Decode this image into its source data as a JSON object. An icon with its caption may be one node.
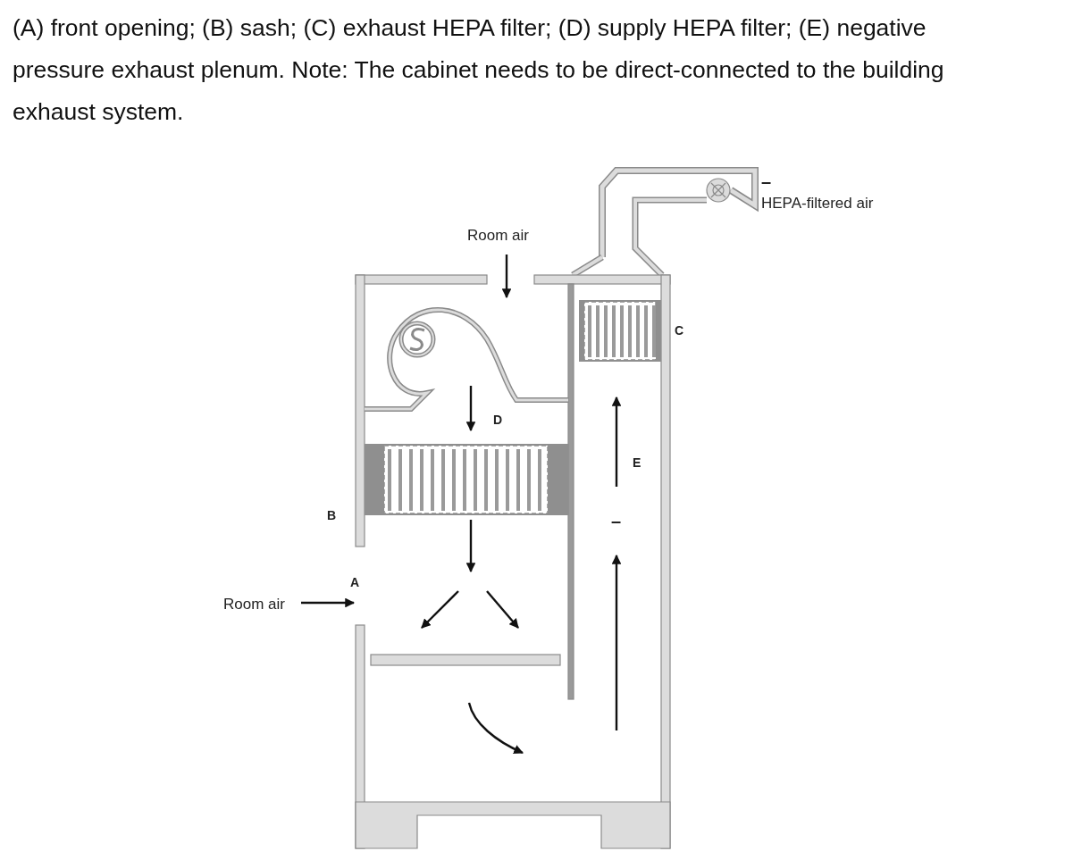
{
  "diagram": {
    "caption": "(A) front opening; (B) sash; (C) exhaust HEPA filter; (D) supply HEPA filter; (E) negative pressure exhaust plenum. Note: The cabinet needs to be direct-connected to the building exhaust system.",
    "labels": [
      "–",
      "HEPA-filtered air",
      "Room air",
      "C",
      "D",
      "E",
      "B",
      "–",
      "A",
      "Room air"
    ]
  }
}
